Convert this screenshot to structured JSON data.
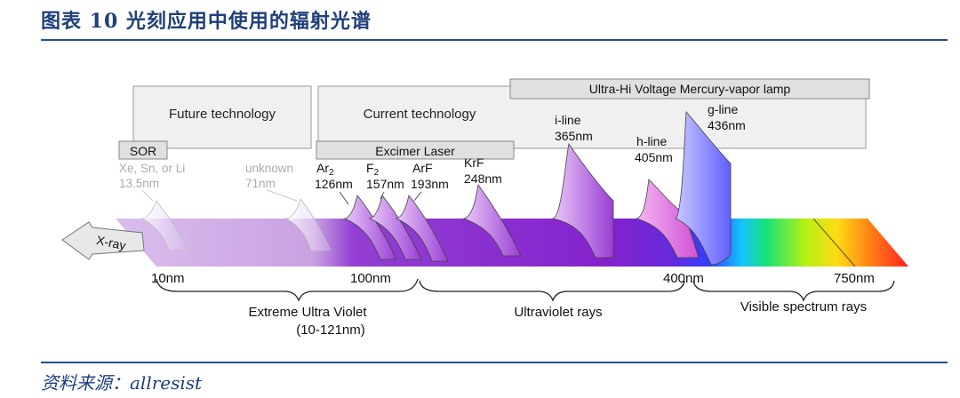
{
  "header": {
    "title": "图表 10   光刻应用中使用的辐射光谱"
  },
  "footer": {
    "source": "资料来源：allresist"
  },
  "diagram": {
    "boxes": {
      "future": "Future technology",
      "current": "Current technology",
      "mercury": "Ultra-Hi Voltage Mercury-vapor lamp",
      "sor": "SOR",
      "excimer": "Excimer Laser"
    },
    "sources": {
      "xe_name": "Xe, Sn, or Li",
      "xe_wl": "13.5nm",
      "unknown_name": "unknown",
      "unknown_wl": "71nm",
      "ar2_name": "Ar",
      "ar2_sub": "2",
      "ar2_wl": "126nm",
      "f2_name": "F",
      "f2_sub": "2",
      "f2_wl": "157nm",
      "arf_name": "ArF",
      "arf_wl": "193nm",
      "krf_name": "KrF",
      "krf_wl": "248nm",
      "iline_name": "i-line",
      "iline_wl": "365nm",
      "hline_name": "h-line",
      "hline_wl": "405nm",
      "gline_name": "g-line",
      "gline_wl": "436nm"
    },
    "xray_label": "X-ray",
    "ticks": {
      "t10": "10nm",
      "t100": "100nm",
      "t400": "400nm",
      "t750": "750nm"
    },
    "ranges": {
      "euv_line1": "Extreme Ultra Violet",
      "euv_line2": "(10-121nm)",
      "uv": "Ultraviolet rays",
      "visible": "Visible spectrum rays"
    }
  }
}
